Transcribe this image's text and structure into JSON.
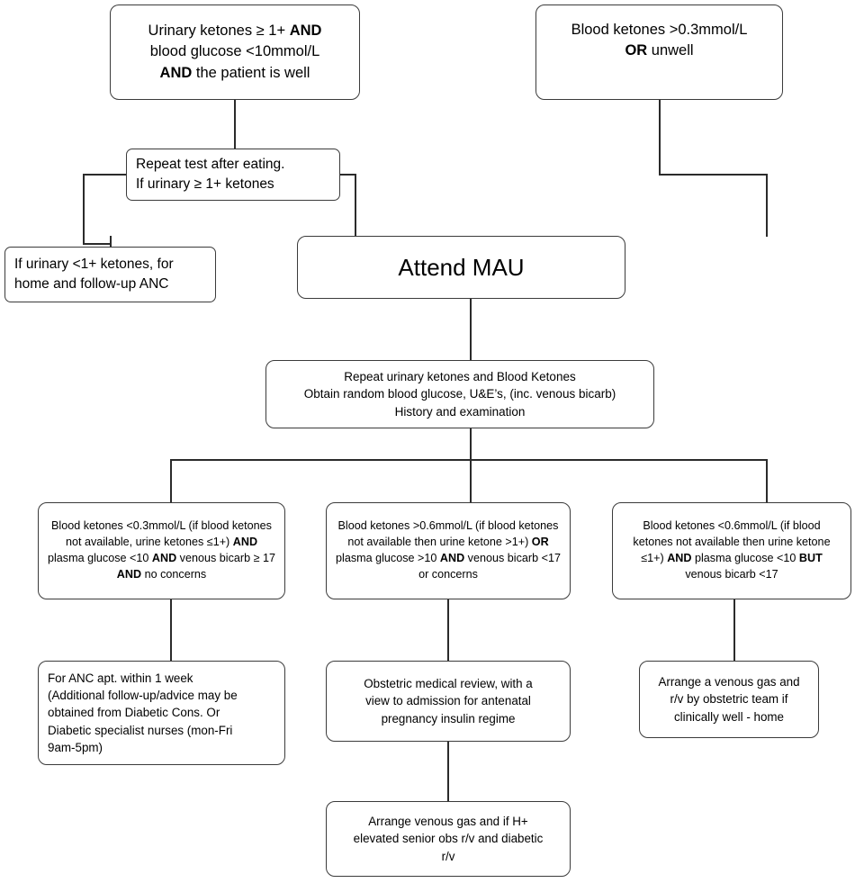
{
  "diagram": {
    "title": "Diabetes in pregnancy ketone management flowchart",
    "line_color": "#2b2b2b",
    "box_border_color": "#3b3b3b",
    "background": "#ffffff"
  },
  "nodes": {
    "urinary_ketones": {
      "line1_a": "Urinary ketones ≥ 1+ ",
      "line1_b": "AND",
      "line2": "blood glucose <10mmol/L",
      "line3_a": "AND",
      "line3_b": " the patient is well"
    },
    "blood_ketones": {
      "line1": "Blood ketones >0.3mmol/L",
      "line2_a": "OR",
      "line2_b": " unwell"
    },
    "repeat_test": {
      "line1": "Repeat test after eating.",
      "line2": "If urinary ≥ 1+ ketones"
    },
    "home_anc": {
      "line1": "If urinary <1+ ketones, for",
      "line2": "home and follow-up ANC"
    },
    "attend_mau": {
      "label": "Attend MAU"
    },
    "investigations": {
      "line1": "Repeat urinary ketones and Blood Ketones",
      "line2": "Obtain random blood glucose, U&E’s, (inc. venous bicarb)",
      "line3": "History and examination"
    },
    "branch_left": {
      "seg1": "Blood ketones <0.3mmol/L (if blood ketones not available, urine ketones ≤1+) ",
      "seg2": "AND",
      "seg3": " plasma glucose <10 ",
      "seg4": "AND",
      "seg5": " venous bicarb ≥ 17 ",
      "seg6": "AND",
      "seg7": " no concerns"
    },
    "branch_middle": {
      "seg1": "Blood ketones >0.6mmol/L (if blood ketones not available then urine ketone >1+) ",
      "seg2": "OR",
      "seg3": " plasma glucose >10 ",
      "seg4": "AND",
      "seg5": " venous bicarb <17 or concerns"
    },
    "branch_right": {
      "seg1": "Blood ketones <0.6mmol/L (if blood ketones not available then urine ketone ≤1+) ",
      "seg2": "AND",
      "seg3": " plasma glucose <10 ",
      "seg4": "BUT",
      "seg5": " venous bicarb <17"
    },
    "outcome_left": {
      "line1": "For ANC apt. within 1 week",
      "line2": "(Additional follow-up/advice may be",
      "line3": "obtained from Diabetic Cons. Or",
      "line4": "Diabetic specialist nurses (mon-Fri",
      "line5": "9am-5pm)"
    },
    "outcome_middle": {
      "line1": "Obstetric medical review, with a",
      "line2": "view to admission for antenatal",
      "line3": "pregnancy insulin regime"
    },
    "outcome_right": {
      "line1": "Arrange a venous gas and",
      "line2": "r/v by obstetric team if",
      "line3": "clinically well - home"
    },
    "outcome_bottom": {
      "line1": "Arrange venous gas and if H+",
      "line2": "elevated senior obs r/v and diabetic",
      "line3": "r/v"
    }
  }
}
